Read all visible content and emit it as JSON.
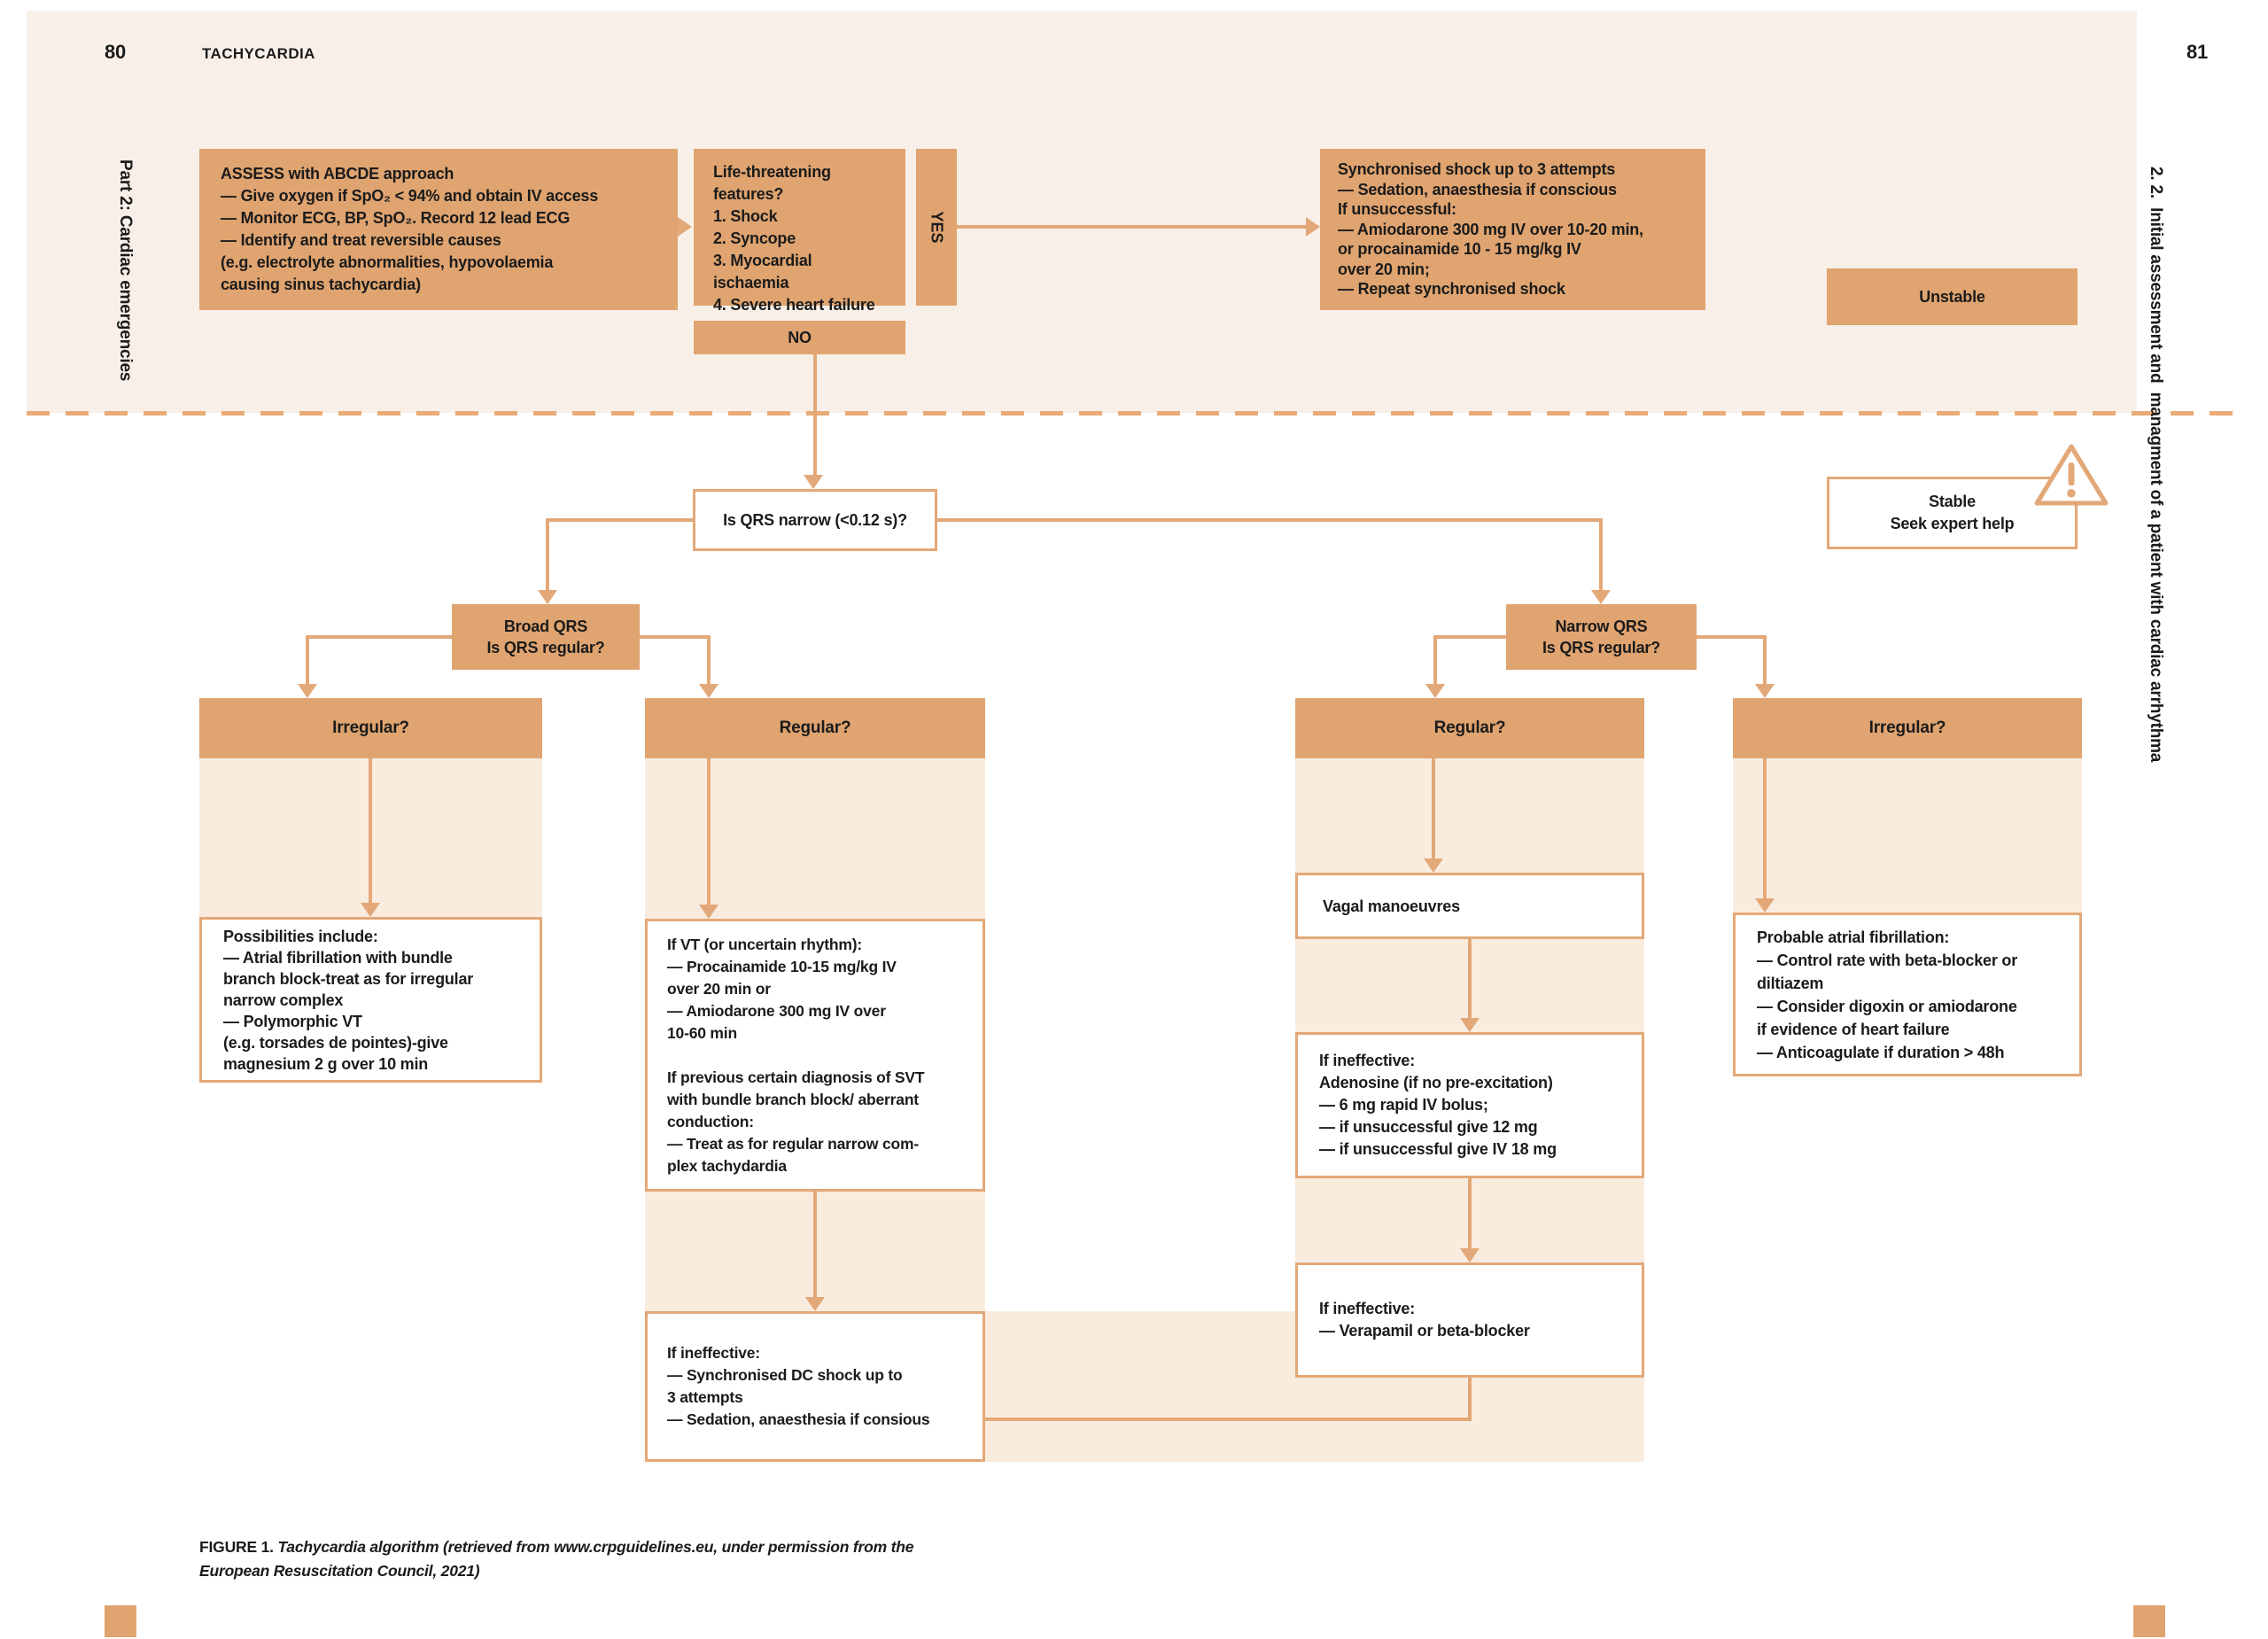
{
  "page": {
    "left_page_number": "80",
    "running_header": "TACHYCARDIA",
    "right_page_number": "81",
    "left_sidebar": "Part 2: Cardiac emergencies",
    "right_sidebar": "2. 2.  Initial assessment and  managment of a patient with cardiac arrhythma"
  },
  "colors": {
    "box_fill": "#e0a470",
    "line": "#e3a878",
    "top_band": "#f8f0e8",
    "column_panel": "#f9ecdf",
    "text": "#1b1b1b"
  },
  "flowchart": {
    "assess": {
      "lines": [
        "ASSESS with ABCDE approach",
        "— Give oxygen if SpO₂ < 94% and obtain IV access",
        "— Monitor ECG, BP, SpO₂. Record 12 lead ECG",
        "— Identify and treat reversible causes",
        "(e.g. electrolyte abnormalities, hypovolaemia",
        "causing sinus tachycardia)"
      ]
    },
    "life_threatening": {
      "lines": [
        "Life-threatening features?",
        "1. Shock",
        "2. Syncope",
        "3. Myocardial ischaemia",
        "4. Severe heart failure"
      ]
    },
    "yes_label": "YES",
    "no_label": "NO",
    "synchronised_shock": {
      "lines": [
        "Synchronised shock up to 3 attempts",
        "— Sedation, anaesthesia if conscious",
        "If unsuccessful:",
        "— Amiodarone 300 mg IV over 10-20 min,",
        "or procainamide 10 - 15 mg/kg IV",
        "over 20 min;",
        "— Repeat synchronised shock"
      ]
    },
    "unstable_label": "Unstable",
    "stable": {
      "lines": [
        "Stable",
        "Seek expert help"
      ]
    },
    "warning_icon": "!",
    "qrs_question": "Is QRS narrow (<0.12 s)?",
    "broad_qrs": {
      "lines": [
        "Broad QRS",
        "Is QRS regular?"
      ]
    },
    "narrow_qrs": {
      "lines": [
        "Narrow QRS",
        "Is QRS regular?"
      ]
    },
    "broad_irregular": {
      "header": "Irregular?",
      "box": {
        "lines": [
          "Possibilities include:",
          "— Atrial fibrillation with bundle",
          "branch block-treat as for irregular",
          "narrow complex",
          "— Polymorphic VT",
          "(e.g. torsades de pointes)-give",
          "magnesium 2 g over 10 min"
        ]
      }
    },
    "broad_regular": {
      "header": "Regular?",
      "box": {
        "lines": [
          "If VT (or uncertain rhythm):",
          "— Procainamide 10-15 mg/kg IV",
          "over 20 min or",
          "— Amiodarone 300 mg IV over",
          "10-60 min",
          "",
          "If previous certain diagnosis of SVT",
          "with bundle branch block/ aberrant",
          "conduction:",
          "— Treat as for regular narrow com-",
          "plex tachydardia"
        ]
      },
      "shock_box": {
        "lines": [
          "If ineffective:",
          "— Synchronised DC shock up to",
          "3 attempts",
          "— Sedation, anaesthesia if consious"
        ]
      }
    },
    "narrow_regular": {
      "header": "Regular?",
      "vagal": "Vagal manoeuvres",
      "adenosine": {
        "lines": [
          "If ineffective:",
          "Adenosine (if no pre-excitation)",
          "— 6 mg rapid IV bolus;",
          "— if unsuccessful give 12 mg",
          "— if unsuccessful give IV 18 mg"
        ]
      },
      "verapamil": {
        "lines": [
          "If ineffective:",
          "— Verapamil or beta-blocker"
        ]
      }
    },
    "narrow_irregular": {
      "header": "Irregular?",
      "box": {
        "lines": [
          "Probable atrial fibrillation:",
          "— Control rate with beta-blocker or",
          "diltiazem",
          "— Consider digoxin or amiodarone",
          "if evidence of heart failure",
          "— Anticoagulate if duration > 48h"
        ]
      }
    }
  },
  "caption": {
    "label": "FIGURE 1.",
    "text": " Tachycardia algorithm (retrieved from www.crpguidelines.eu, under permission from the European Resuscitation Council, 2021)"
  }
}
